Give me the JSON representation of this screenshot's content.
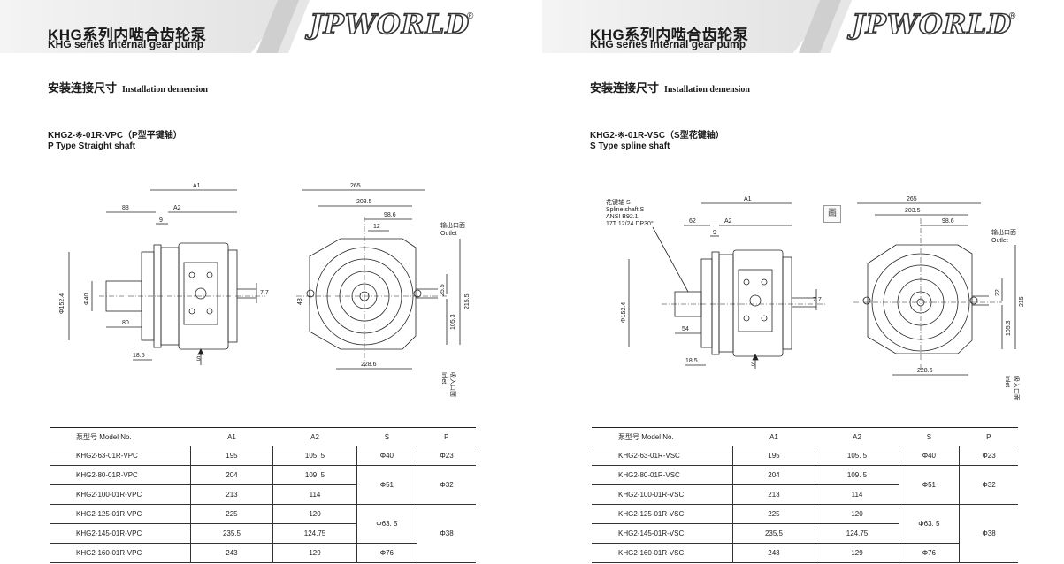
{
  "brand": {
    "logo": "JPWORLD",
    "registered": "®"
  },
  "pages": [
    {
      "title_cn": "KHG系列内啮合齿轮泵",
      "title_en": "KHG series internal gear pump",
      "section_cn": "安装连接尺寸",
      "section_en": "Installation demension",
      "model_line": "KHG2-※-01R-VPC（P型平键轴）",
      "model_sub": "P Type Straight shaft",
      "dims": {
        "A1": "A1",
        "A2": "A2",
        "d88": "88",
        "d9": "9",
        "d80": "80",
        "d18_5": "18.5",
        "d7_7": "7.7",
        "dia152": "Φ152.4",
        "dia40": "Φ40",
        "S": "S",
        "d265": "265",
        "d203_5": "203.5",
        "d98_6": "98.6",
        "d12": "12",
        "d43": "43",
        "d25_5": "25.5",
        "d215_5": "215.5",
        "d105_3": "105.3",
        "d228_6": "228.6",
        "outlet_cn": "输出口面",
        "outlet_en": "Outlet",
        "inlet_cn": "吸入口面",
        "inlet_en": "Inlet"
      },
      "table": {
        "headers": [
          "泵型号  Model No.",
          "A1",
          "A2",
          "S",
          "P"
        ],
        "rows": [
          [
            "KHG2-63-01R-VPC",
            "195",
            "105. 5",
            "Φ40",
            "Φ23"
          ],
          [
            "KHG2-80-01R-VPC",
            "204",
            "109. 5",
            "Φ51",
            "Φ32"
          ],
          [
            "KHG2-100-01R-VPC",
            "213",
            "114",
            "",
            ""
          ],
          [
            "KHG2-125-01R-VPC",
            "225",
            "120",
            "Φ63. 5",
            "Φ38"
          ],
          [
            "KHG2-145-01R-VPC",
            "235.5",
            "124.75",
            "",
            ""
          ],
          [
            "KHG2-160-01R-VPC",
            "243",
            "129",
            "Φ76",
            ""
          ]
        ]
      }
    },
    {
      "title_cn": "KHG系列内啮合齿轮泵",
      "title_en": "KHG series internal gear pump",
      "section_cn": "安装连接尺寸",
      "section_en": "Installation demension",
      "model_line": "KHG2-※-01R-VSC（S型花键轴）",
      "model_sub": "S Type spline shaft",
      "spline_note": [
        "花键轴 S",
        "Spline shaft S",
        "ANSI B92.1",
        "17T 12/24 DP30°"
      ],
      "note_icon": "画",
      "dims": {
        "A1": "A1",
        "A2": "A2",
        "d62": "62",
        "d9": "9",
        "d54": "54",
        "d18_5": "18.5",
        "d7_7": "7.7",
        "dia152": "Φ152.4",
        "S": "S",
        "d265": "265",
        "d203_5": "203.5",
        "d98_6": "98.6",
        "d22": "22",
        "d215": "215",
        "d105_3": "105.3",
        "d228_6": "228.6",
        "outlet_cn": "输出口面",
        "outlet_en": "Outlet",
        "inlet_cn": "吸入口面",
        "inlet_en": "Inlet"
      },
      "table": {
        "headers": [
          "泵型号  Model No.",
          "A1",
          "A2",
          "S",
          "P"
        ],
        "rows": [
          [
            "KHG2-63-01R-VSC",
            "195",
            "105. 5",
            "Φ40",
            "Φ23"
          ],
          [
            "KHG2-80-01R-VSC",
            "204",
            "109. 5",
            "Φ51",
            "Φ32"
          ],
          [
            "KHG2-100-01R-VSC",
            "213",
            "114",
            "",
            ""
          ],
          [
            "KHG2-125-01R-VSC",
            "225",
            "120",
            "Φ63. 5",
            "Φ38"
          ],
          [
            "KHG2-145-01R-VSC",
            "235.5",
            "124.75",
            "",
            ""
          ],
          [
            "KHG2-160-01R-VSC",
            "243",
            "129",
            "Φ76",
            ""
          ]
        ]
      }
    }
  ]
}
